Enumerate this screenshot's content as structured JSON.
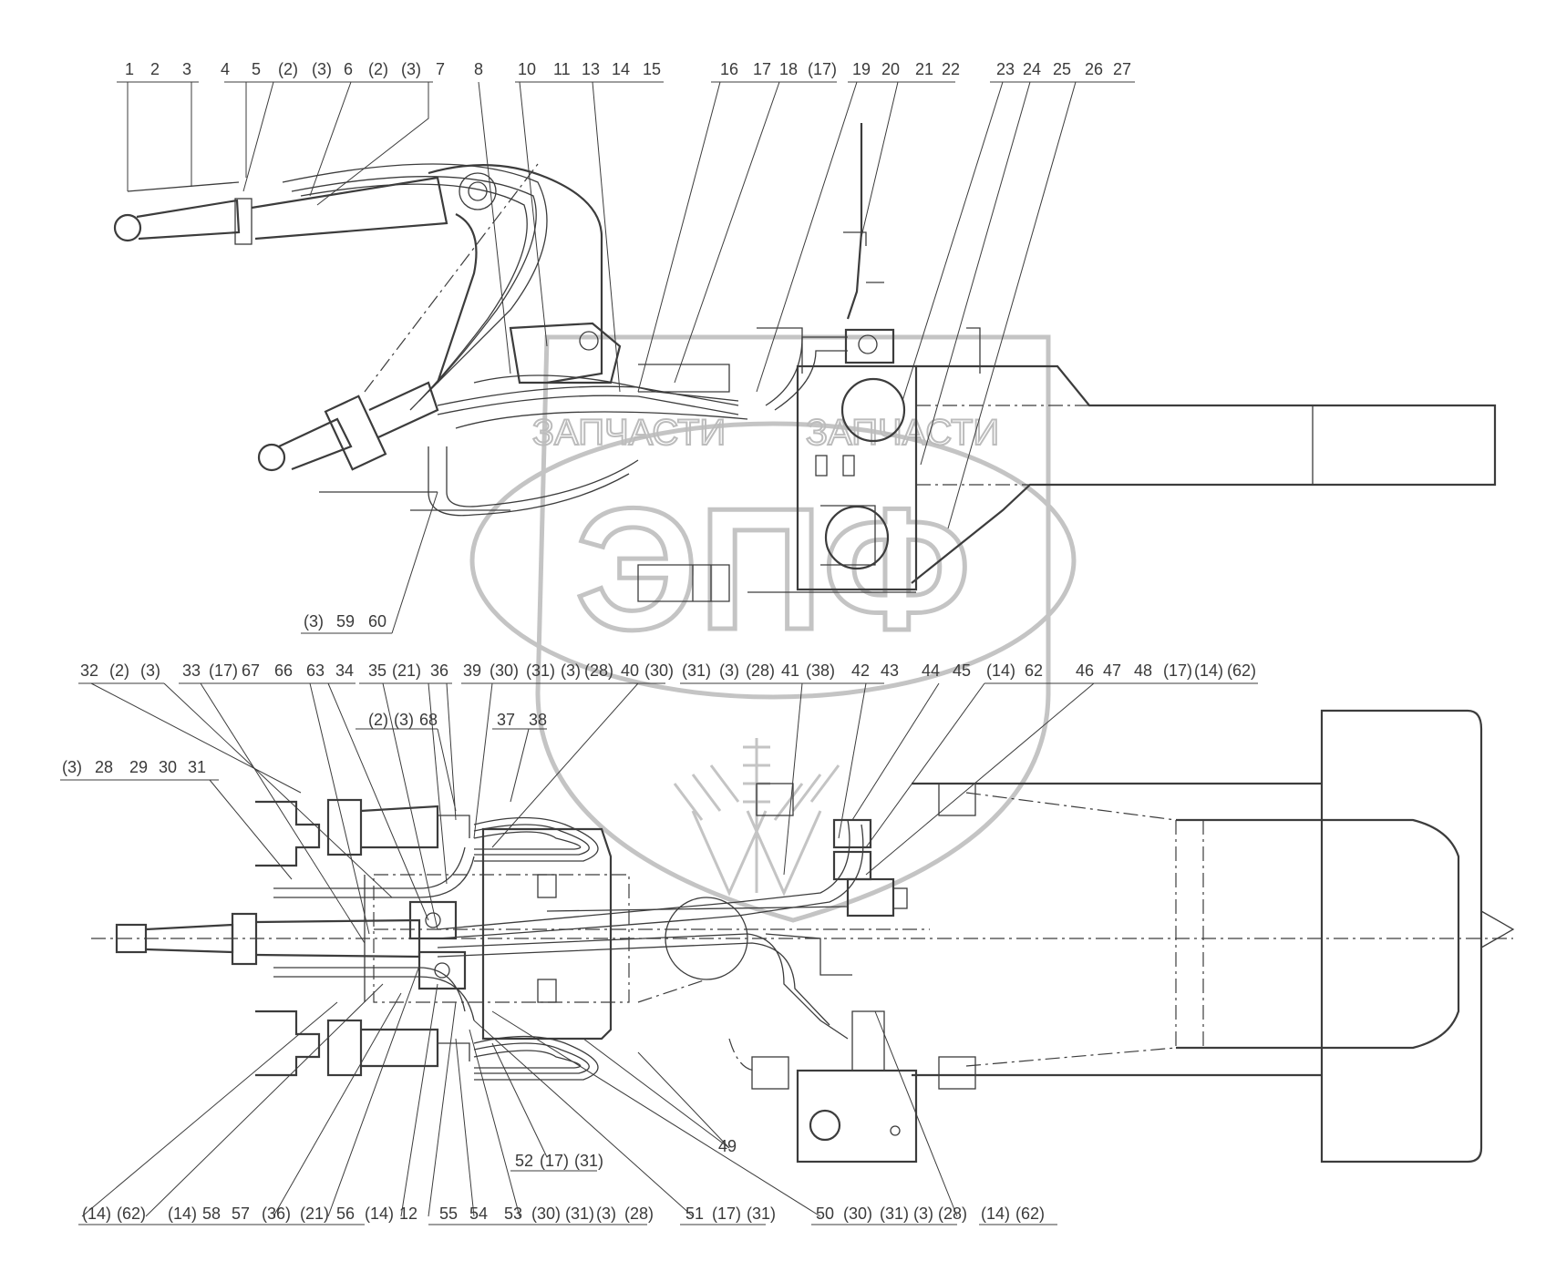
{
  "watermark": {
    "big": "ЭПФ",
    "left": "ЗАПЧАСТИ",
    "right": "ЗАПЧАСТИ"
  },
  "callouts_top": [
    "1",
    "2",
    "3",
    "4",
    "5",
    "(2)",
    "(3)",
    "6",
    "(2)",
    "(3)",
    "7",
    "8",
    "10",
    "11",
    "13",
    "14",
    "15",
    "16",
    "17",
    "18",
    "(17)",
    "19",
    "20",
    "21",
    "22",
    "23",
    "24",
    "25",
    "26",
    "27"
  ],
  "callouts_mid": [
    "(3)",
    "59",
    "60"
  ],
  "callouts_row2": [
    "32",
    "(2)",
    "(3)",
    "33",
    "(17)",
    "67",
    "66",
    "63",
    "34",
    "35",
    "(21)",
    "36",
    "39",
    "(30)",
    "(31)",
    "(3)",
    "(28)",
    "40",
    "(30)",
    "(31)",
    "(3)",
    "(28)",
    "41",
    "(38)",
    "42",
    "43",
    "44",
    "45",
    "(14)",
    "62",
    "46",
    "47",
    "48",
    "(17)",
    "(14)",
    "(62)"
  ],
  "callouts_row3": [
    "(2)",
    "(3)",
    "68",
    "37",
    "38"
  ],
  "callouts_row4": [
    "(3)",
    "28",
    "29",
    "30",
    "31"
  ],
  "callouts_bottom": [
    "(14)",
    "(62)",
    "(14)",
    "58",
    "57",
    "(36)",
    "(21)",
    "56",
    "(14)",
    "12",
    "55",
    "54",
    "53",
    "(30)",
    "(31)",
    "(3)",
    "(28)",
    "51",
    "(17)",
    "(31)",
    "50",
    "(30)",
    "(31)",
    "(3)",
    "(28)",
    "(14)",
    "(62)"
  ],
  "callouts_misc": [
    "52",
    "(17)",
    "(31)",
    "49"
  ]
}
